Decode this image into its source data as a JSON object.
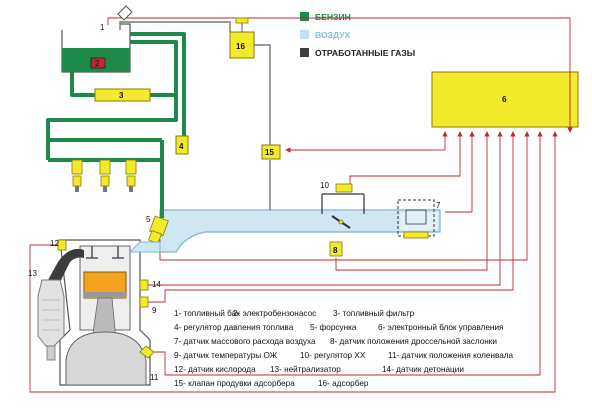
{
  "legend": [
    {
      "label": "БЕНЗИН",
      "color": "#1e8a4a",
      "text_color": "#1e8a4a"
    },
    {
      "label": "ВОЗДУХ",
      "color": "#bfe0f0",
      "text_color": "#7fc0e0"
    },
    {
      "label": "ОТРАБОТАННЫЕ ГАЗЫ",
      "color": "#3c3c3c",
      "text_color": "#222222"
    }
  ],
  "colors": {
    "fuel": "#1e8a4a",
    "air": "#cfe7f3",
    "air_edge": "#7fb5cf",
    "component": "#f2ea2a",
    "component_edge": "#8a7a00",
    "signal": "#c0282d",
    "exhaust": "#3c3c3c"
  },
  "components": {
    "c1": "1",
    "c2": "2",
    "c3": "3",
    "c4": "4",
    "c5": "5",
    "c6": "6",
    "c7": "7",
    "c8": "8",
    "c9": "9",
    "c10": "10",
    "c11": "11",
    "c12": "12",
    "c13": "13",
    "c14": "14",
    "c15": "15",
    "c16": "16"
  },
  "captions": [
    [
      "1- топливный бак",
      "2- электробензонасос",
      "3- топливный фильтр"
    ],
    [
      "4- регулятор давления топлива",
      "5- форсунка",
      "6- электронный блок управления"
    ],
    [
      "7- датчик массового расхода воздуха",
      "8- датчик положения дроссельной заслонки"
    ],
    [
      "9- датчик температуры ОЖ",
      "10- регулятор ХХ",
      "11- датчик положения коленвала"
    ],
    [
      "12- датчик кислорода",
      "13- нейтрализатор",
      "14- датчик детонации"
    ],
    [
      "15- клапан продувки адсорбера",
      "16- адсорбер"
    ]
  ]
}
